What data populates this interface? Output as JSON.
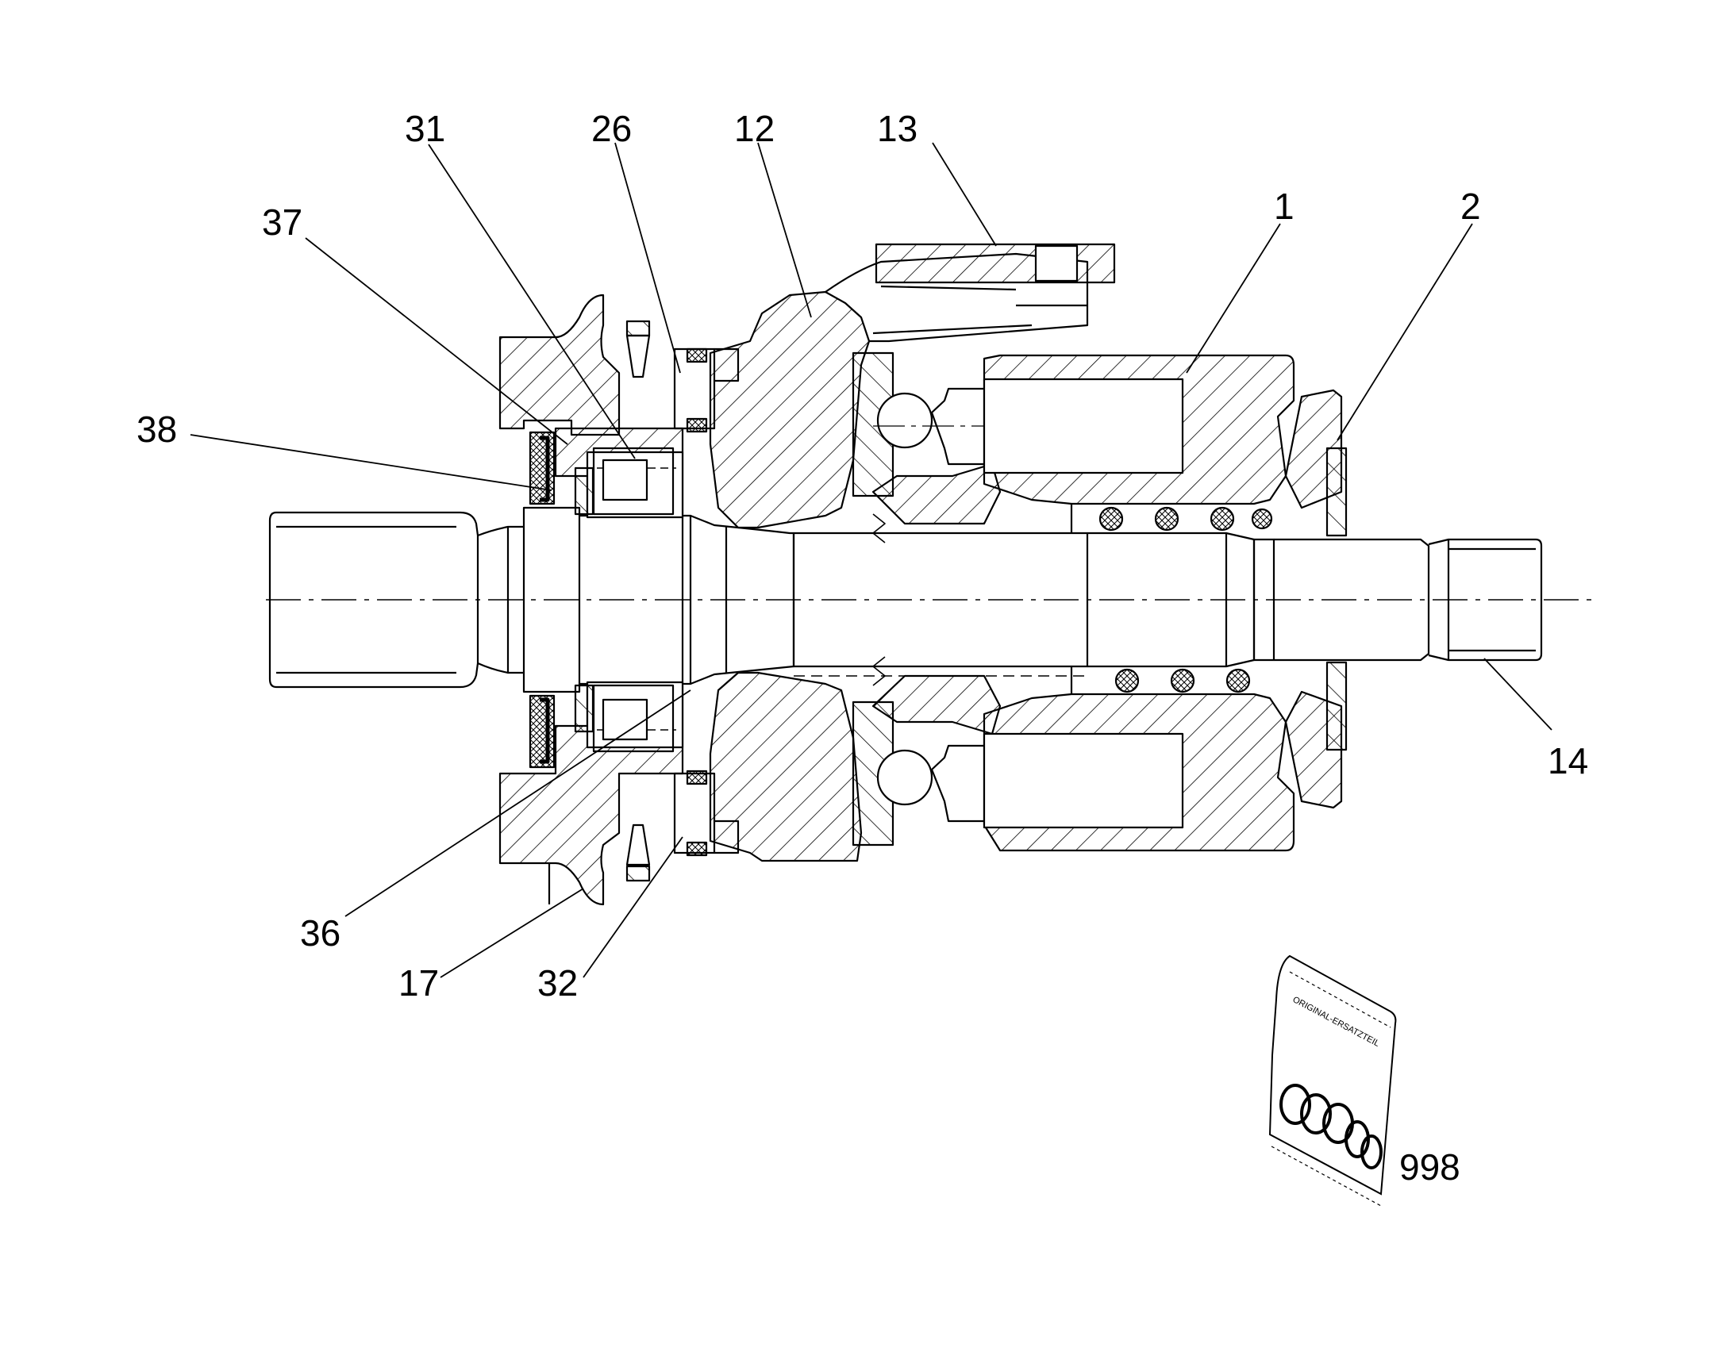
{
  "colors": {
    "ink": "#000000",
    "paper": "#ffffff"
  },
  "callouts": [
    {
      "id": "p31",
      "text": "31"
    },
    {
      "id": "p26",
      "text": "26"
    },
    {
      "id": "p12",
      "text": "12"
    },
    {
      "id": "p13",
      "text": "13"
    },
    {
      "id": "p37",
      "text": "37"
    },
    {
      "id": "p1",
      "text": "1"
    },
    {
      "id": "p2",
      "text": "2"
    },
    {
      "id": "p38",
      "text": "38"
    },
    {
      "id": "p14",
      "text": "14"
    },
    {
      "id": "p36",
      "text": "36"
    },
    {
      "id": "p17",
      "text": "17"
    },
    {
      "id": "p32",
      "text": "32"
    },
    {
      "id": "p998",
      "text": "998"
    }
  ],
  "seal_kit": {
    "print": "ORIGINAL-ERSATZTEIL"
  }
}
